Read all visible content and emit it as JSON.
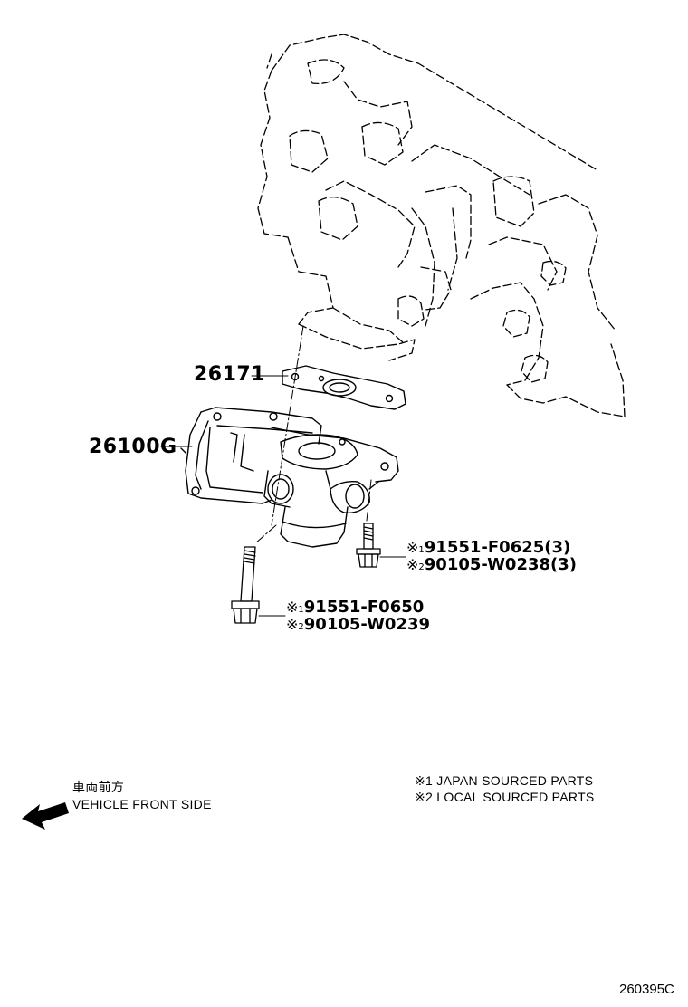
{
  "parts": {
    "gasket": "26171",
    "egr_valve": "26100G"
  },
  "bolt_short": {
    "mark1": "※",
    "mark1_num": "1",
    "pn1": "91551-F0625(3)",
    "mark2": "※",
    "mark2_num": "2",
    "pn2": "90105-W0238(3)"
  },
  "bolt_long": {
    "mark1": "※",
    "mark1_num": "1",
    "pn1": "91551-F0650",
    "mark2": "※",
    "mark2_num": "2",
    "pn2": "90105-W0239"
  },
  "direction": {
    "japanese": "車両前方",
    "english": "VEHICLE FRONT SIDE",
    "arrow_icon": "left-arrow-icon"
  },
  "legend": {
    "line1": "※1 JAPAN SOURCED PARTS",
    "line2": "※2 LOCAL SOURCED PARTS"
  },
  "figure_ref": "260395C"
}
